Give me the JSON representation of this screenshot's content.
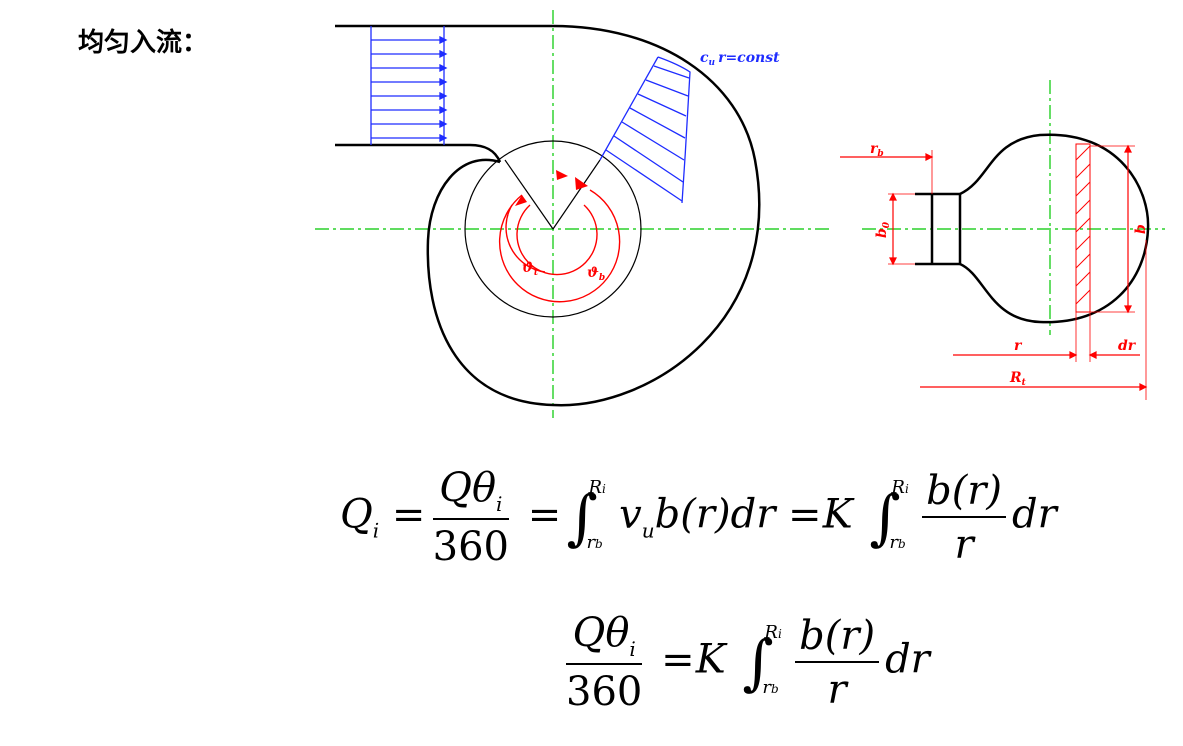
{
  "heading": "均匀入流：",
  "labels": {
    "cu_const": "c",
    "cu_sub": "u",
    "cu_rest": "r=const",
    "theta_t": "ϑ",
    "theta_t_sub": "t",
    "theta_b": "ϑ",
    "theta_b_sub": "b",
    "rb": "r",
    "rb_sub": "b",
    "b0": "b",
    "b0_sub": "0",
    "b": "b",
    "r": "r",
    "dr": "dr",
    "Rt": "R",
    "Rt_sub": "t"
  },
  "equation1": {
    "lhs": "Q",
    "lhs_sub": "i",
    "eq": "=",
    "frac_num": "Qθ",
    "frac_num_sub": "i",
    "frac_den": "360",
    "eq2": "=",
    "int_upper": "R",
    "int_upper_sub": "i",
    "int_lower": "r",
    "int_lower_sub": "b",
    "integrand": "v",
    "integrand_sub": "u",
    "integrand_rest": "b(r)dr",
    "eq3": "=",
    "K": "K",
    "int2_upper": "R",
    "int2_upper_sub": "i",
    "int2_lower": "r",
    "int2_lower_sub": "b",
    "frac2_num": "b(r)",
    "frac2_den": "r",
    "tail": "dr"
  },
  "equation2": {
    "frac_num": "Qθ",
    "frac_num_sub": "i",
    "frac_den": "360",
    "eq": "=",
    "K": "K",
    "int_upper": "R",
    "int_upper_sub": "i",
    "int_lower": "r",
    "int_lower_sub": "b",
    "frac2_num": "b(r)",
    "frac2_den": "r",
    "tail": "dr"
  },
  "colors": {
    "centerline": "#00c800",
    "velocity": "#1e2cff",
    "angle": "#ff0000",
    "outline": "#000000"
  }
}
